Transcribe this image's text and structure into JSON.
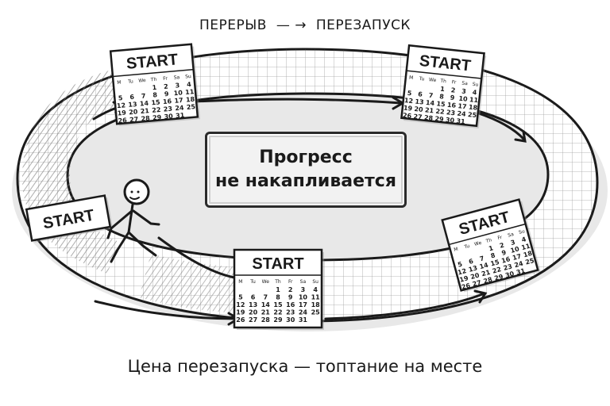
{
  "header": {
    "left": "ПЕРЕРЫВ",
    "arrow": "— →",
    "right": "ПЕРЕЗАПУСК"
  },
  "center_card": {
    "line1": "Прогресс",
    "line2": "не накапливается"
  },
  "caption": "Цена перезапуска — топтание на месте",
  "start_label": "START",
  "calendar": {
    "weekdays": [
      "M",
      "Tu",
      "We",
      "Th",
      "Fr",
      "Sa",
      "Su"
    ],
    "rows": [
      [
        "",
        "",
        "",
        "1",
        "2",
        "3",
        "4"
      ],
      [
        "5",
        "6",
        "7",
        "8",
        "9",
        "10",
        "11"
      ],
      [
        "12",
        "13",
        "14",
        "15",
        "16",
        "17",
        "18"
      ],
      [
        "19",
        "20",
        "21",
        "22",
        "23",
        "24",
        "25"
      ],
      [
        "26",
        "27",
        "28",
        "29",
        "30",
        "31",
        ""
      ]
    ]
  },
  "icons": [
    "walking-figure-icon",
    "arrow-icon"
  ],
  "colors": {
    "ink": "#1a1a1a",
    "paper": "#ffffff",
    "shade": "#9a9a9a"
  }
}
